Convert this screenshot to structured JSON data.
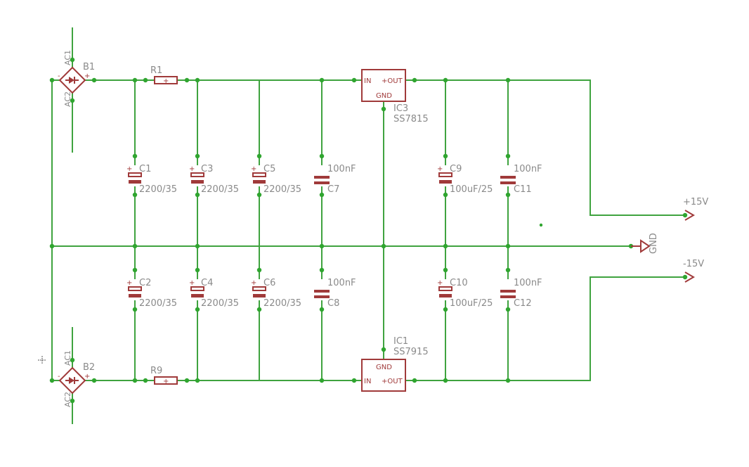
{
  "colors": {
    "wire": "#3fa33f",
    "symbol": "#a03a3a",
    "text": "#8a8a8a"
  },
  "bridges": [
    {
      "name": "B1",
      "ac1": "AC1",
      "ac2": "AC2",
      "plus": "+",
      "minus": "-"
    },
    {
      "name": "B2",
      "ac1": "AC1",
      "ac2": "AC2",
      "plus": "+",
      "minus": "-"
    }
  ],
  "resistors": [
    {
      "name": "R1"
    },
    {
      "name": "R9"
    }
  ],
  "capacitors": [
    {
      "name": "C1",
      "value": "2200/35"
    },
    {
      "name": "C3",
      "value": "2200/35"
    },
    {
      "name": "C5",
      "value": "2200/35"
    },
    {
      "name": "C7",
      "value": "100nF"
    },
    {
      "name": "C9",
      "value": "100uF/25"
    },
    {
      "name": "C11",
      "value": "100nF"
    },
    {
      "name": "C2",
      "value": "2200/35"
    },
    {
      "name": "C4",
      "value": "2200/35"
    },
    {
      "name": "C6",
      "value": "2200/35"
    },
    {
      "name": "C8",
      "value": "100nF"
    },
    {
      "name": "C10",
      "value": "100uF/25"
    },
    {
      "name": "C12",
      "value": "100nF"
    }
  ],
  "regulators": [
    {
      "name": "IC3",
      "part": "SS7815",
      "in": "IN",
      "out": "+OUT",
      "gnd": "GND"
    },
    {
      "name": "IC1",
      "part": "SS7915",
      "in": "IN",
      "out": "+OUT",
      "gnd": "GND"
    }
  ],
  "supplies": {
    "positive": "+15V",
    "negative": "-15V",
    "ground": "GND"
  },
  "polarity_mark": "+"
}
